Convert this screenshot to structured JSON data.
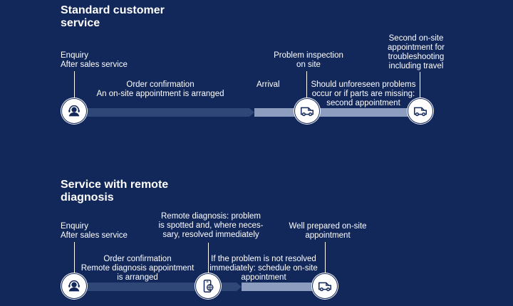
{
  "standard": {
    "title": "Standard customer\nservice",
    "enquiry": "Enquiry\nAfter sales service",
    "order": "Order confirmation\nAn on-site appointment is arranged",
    "arrival": "Arrival",
    "inspection": "Problem inspection\non site",
    "unforeseen": "Should unforeseen problems\noccur or if parts are missing:\nsecond appointment",
    "second": "Second on-site\nappointment for\ntroubleshooting\nincluding travel"
  },
  "remote": {
    "title": "Service with remote\ndiagnosis",
    "enquiry": "Enquiry\nAfter sales service",
    "order": "Order confirmation\nRemote diagnosis appointment\nis arranged",
    "diagnosis": "Remote diagnosis: problem\nis spotted and, where neces-\nsary, resolved immediately",
    "not_resolved": "If the problem is not resolved\nimmediately: schedule on-site\nappointment",
    "prepared": "Well prepared on-site\nappointment"
  },
  "icons": {
    "enquiry": "headset-icon",
    "van": "van-icon",
    "remote": "phone-globe-icon"
  },
  "colors": {
    "background": "#13285a",
    "bar_dark": "#2e4777",
    "bar_light": "#8c9dc0",
    "text": "#ffffff"
  }
}
